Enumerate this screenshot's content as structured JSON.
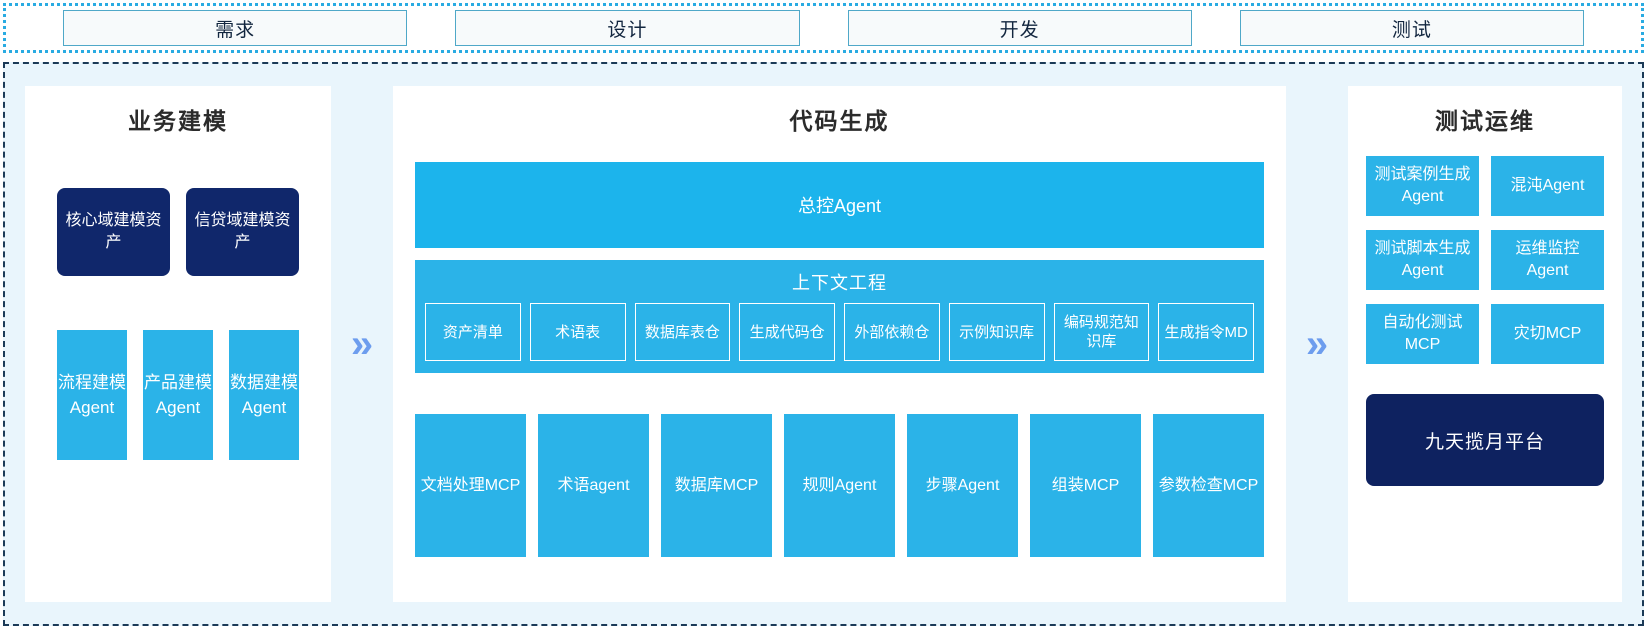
{
  "phases": [
    {
      "label": "需求"
    },
    {
      "label": "设计"
    },
    {
      "label": "开发"
    },
    {
      "label": "测试"
    }
  ],
  "separators": {
    "glyph": "»"
  },
  "colors": {
    "cyan": "#2BB3E8",
    "navy": "#10276B",
    "panel_bg": "#E9F5FC",
    "chevron": "#6D9DEE",
    "tab_border": "#4FA8C8",
    "frame_border": "#1B3A57"
  },
  "left_panel": {
    "title": "业务建模",
    "assets": [
      {
        "label": "核心域建模资产"
      },
      {
        "label": "信贷域建模资产"
      }
    ],
    "agents": [
      {
        "label": "流程建模Agent"
      },
      {
        "label": "产品建模Agent"
      },
      {
        "label": "数据建模Agent"
      }
    ]
  },
  "center_panel": {
    "title": "代码生成",
    "master_agent": "总控Agent",
    "context": {
      "title": "上下文工程",
      "items": [
        {
          "label": "资产清单"
        },
        {
          "label": "术语表"
        },
        {
          "label": "数据库表仓"
        },
        {
          "label": "生成代码仓"
        },
        {
          "label": "外部依赖仓"
        },
        {
          "label": "示例知识库"
        },
        {
          "label": "编码规范知识库"
        },
        {
          "label": "生成指令MD"
        }
      ]
    },
    "tools": [
      {
        "label": "文档处理MCP"
      },
      {
        "label": "术语agent"
      },
      {
        "label": "数据库MCP"
      },
      {
        "label": "规则Agent"
      },
      {
        "label": "步骤Agent"
      },
      {
        "label": "组装MCP"
      },
      {
        "label": "参数检查MCP"
      }
    ]
  },
  "right_panel": {
    "title": "测试运维",
    "cards": [
      {
        "label": "测试案例生成Agent"
      },
      {
        "label": "混沌Agent"
      },
      {
        "label": "测试脚本生成Agent"
      },
      {
        "label": "运维监控Agent"
      },
      {
        "label": "自动化测试MCP"
      },
      {
        "label": "灾切MCP"
      }
    ],
    "platform": "九天揽月平台"
  }
}
